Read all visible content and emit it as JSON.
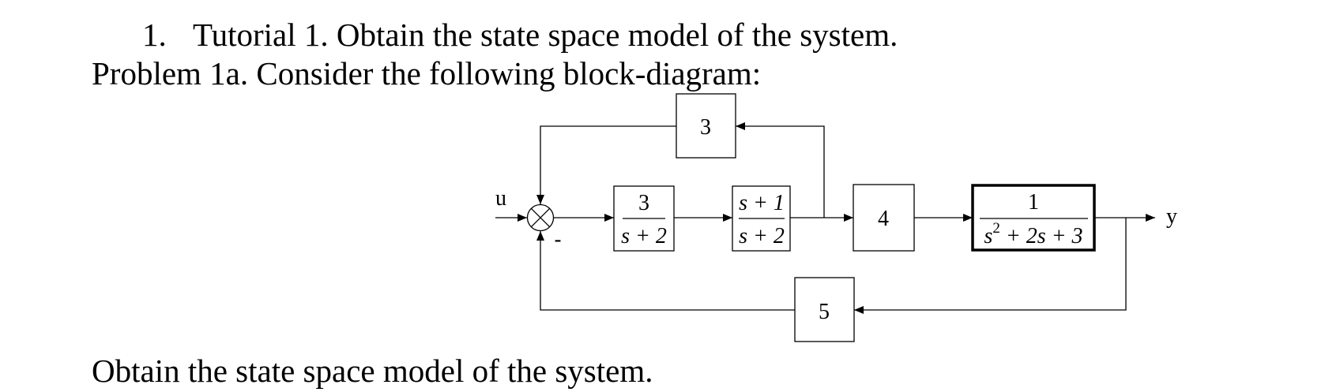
{
  "heading": {
    "number": "1.",
    "title": "Tutorial 1. Obtain the state space model of the system."
  },
  "problem": "Problem 1a. Consider the following block-diagram:",
  "diagram": {
    "input_label": "u",
    "output_label": "y",
    "minus_sign": "-",
    "block_g1": {
      "numerator": "3",
      "denominator": "s + 2"
    },
    "block_g2": {
      "numerator": "s + 1",
      "denominator": "s + 2"
    },
    "block_gain4": "4",
    "block_g3": {
      "numerator": "1",
      "denominator_base": "s",
      "denominator_exp": "2",
      "denominator_rest": " + 2s + 3"
    },
    "feedback_gain_top": "3",
    "feedback_gain_bottom": "5"
  },
  "footer": "Obtain the state space model of the system."
}
